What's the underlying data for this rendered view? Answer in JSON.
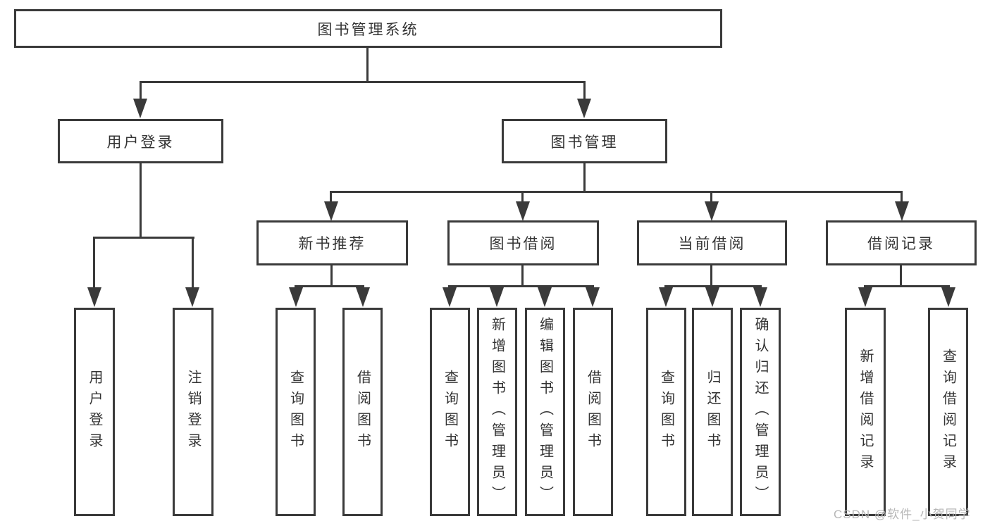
{
  "tree": {
    "root": "图书管理系统",
    "children": [
      {
        "label": "用户登录",
        "children": [
          {
            "label": "用户登录"
          },
          {
            "label": "注销登录"
          }
        ]
      },
      {
        "label": "图书管理",
        "children": [
          {
            "label": "新书推荐",
            "children": [
              {
                "label": "查询图书"
              },
              {
                "label": "借阅图书"
              }
            ]
          },
          {
            "label": "图书借阅",
            "children": [
              {
                "label": "查询图书"
              },
              {
                "label": "新增图书（管理员）"
              },
              {
                "label": "编辑图书（管理员）"
              },
              {
                "label": "借阅图书"
              }
            ]
          },
          {
            "label": "当前借阅",
            "children": [
              {
                "label": "查询图书"
              },
              {
                "label": "归还图书"
              },
              {
                "label": "确认归还（管理员）"
              }
            ]
          },
          {
            "label": "借阅记录",
            "children": [
              {
                "label": "新增借阅记录"
              },
              {
                "label": "查询借阅记录"
              }
            ]
          }
        ]
      }
    ]
  },
  "watermark": {
    "text": "CSDN @软件_小贺同学"
  },
  "colors": {
    "line": "#3a3a3a",
    "text": "#333333",
    "box_fill": "#ffffff",
    "watermark": "#b7b7b7",
    "background": "#ffffff"
  }
}
